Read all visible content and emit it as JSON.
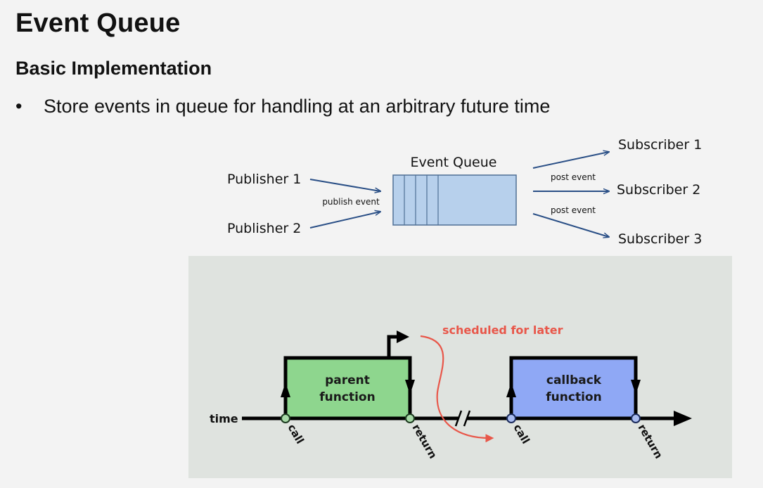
{
  "slide": {
    "title": "Event Queue",
    "subtitle": "Basic Implementation",
    "bullet_symbol": "•",
    "bullet_text": "Store events in queue for handling at an arbitrary future time"
  },
  "pubsub_diagram": {
    "queue_label": "Event Queue",
    "publishers": [
      "Publisher 1",
      "Publisher 2"
    ],
    "subscribers": [
      "Subscriber 1",
      "Subscriber 2",
      "Subscriber 3"
    ],
    "publish_label": "publish event",
    "post_labels": [
      "post event",
      "post event"
    ],
    "colors": {
      "queue_fill": "#b7d0ec",
      "queue_stroke": "#4f6f95",
      "arrow": "#2a4f86"
    }
  },
  "timeline_diagram": {
    "time_label": "time",
    "parent_label_line1": "parent",
    "parent_label_line2": "function",
    "callback_label_line1": "callback",
    "callback_label_line2": "function",
    "scheduled_label": "scheduled for later",
    "tick_labels": [
      "call",
      "return",
      "call",
      "return"
    ],
    "colors": {
      "panel_bg": "#dfe3df",
      "parent_fill": "#8ed68e",
      "callback_fill": "#8fa8f5",
      "scheduled": "#e8574a",
      "node_parent": "#a7d9a7",
      "node_callback": "#a9bcf0"
    }
  }
}
